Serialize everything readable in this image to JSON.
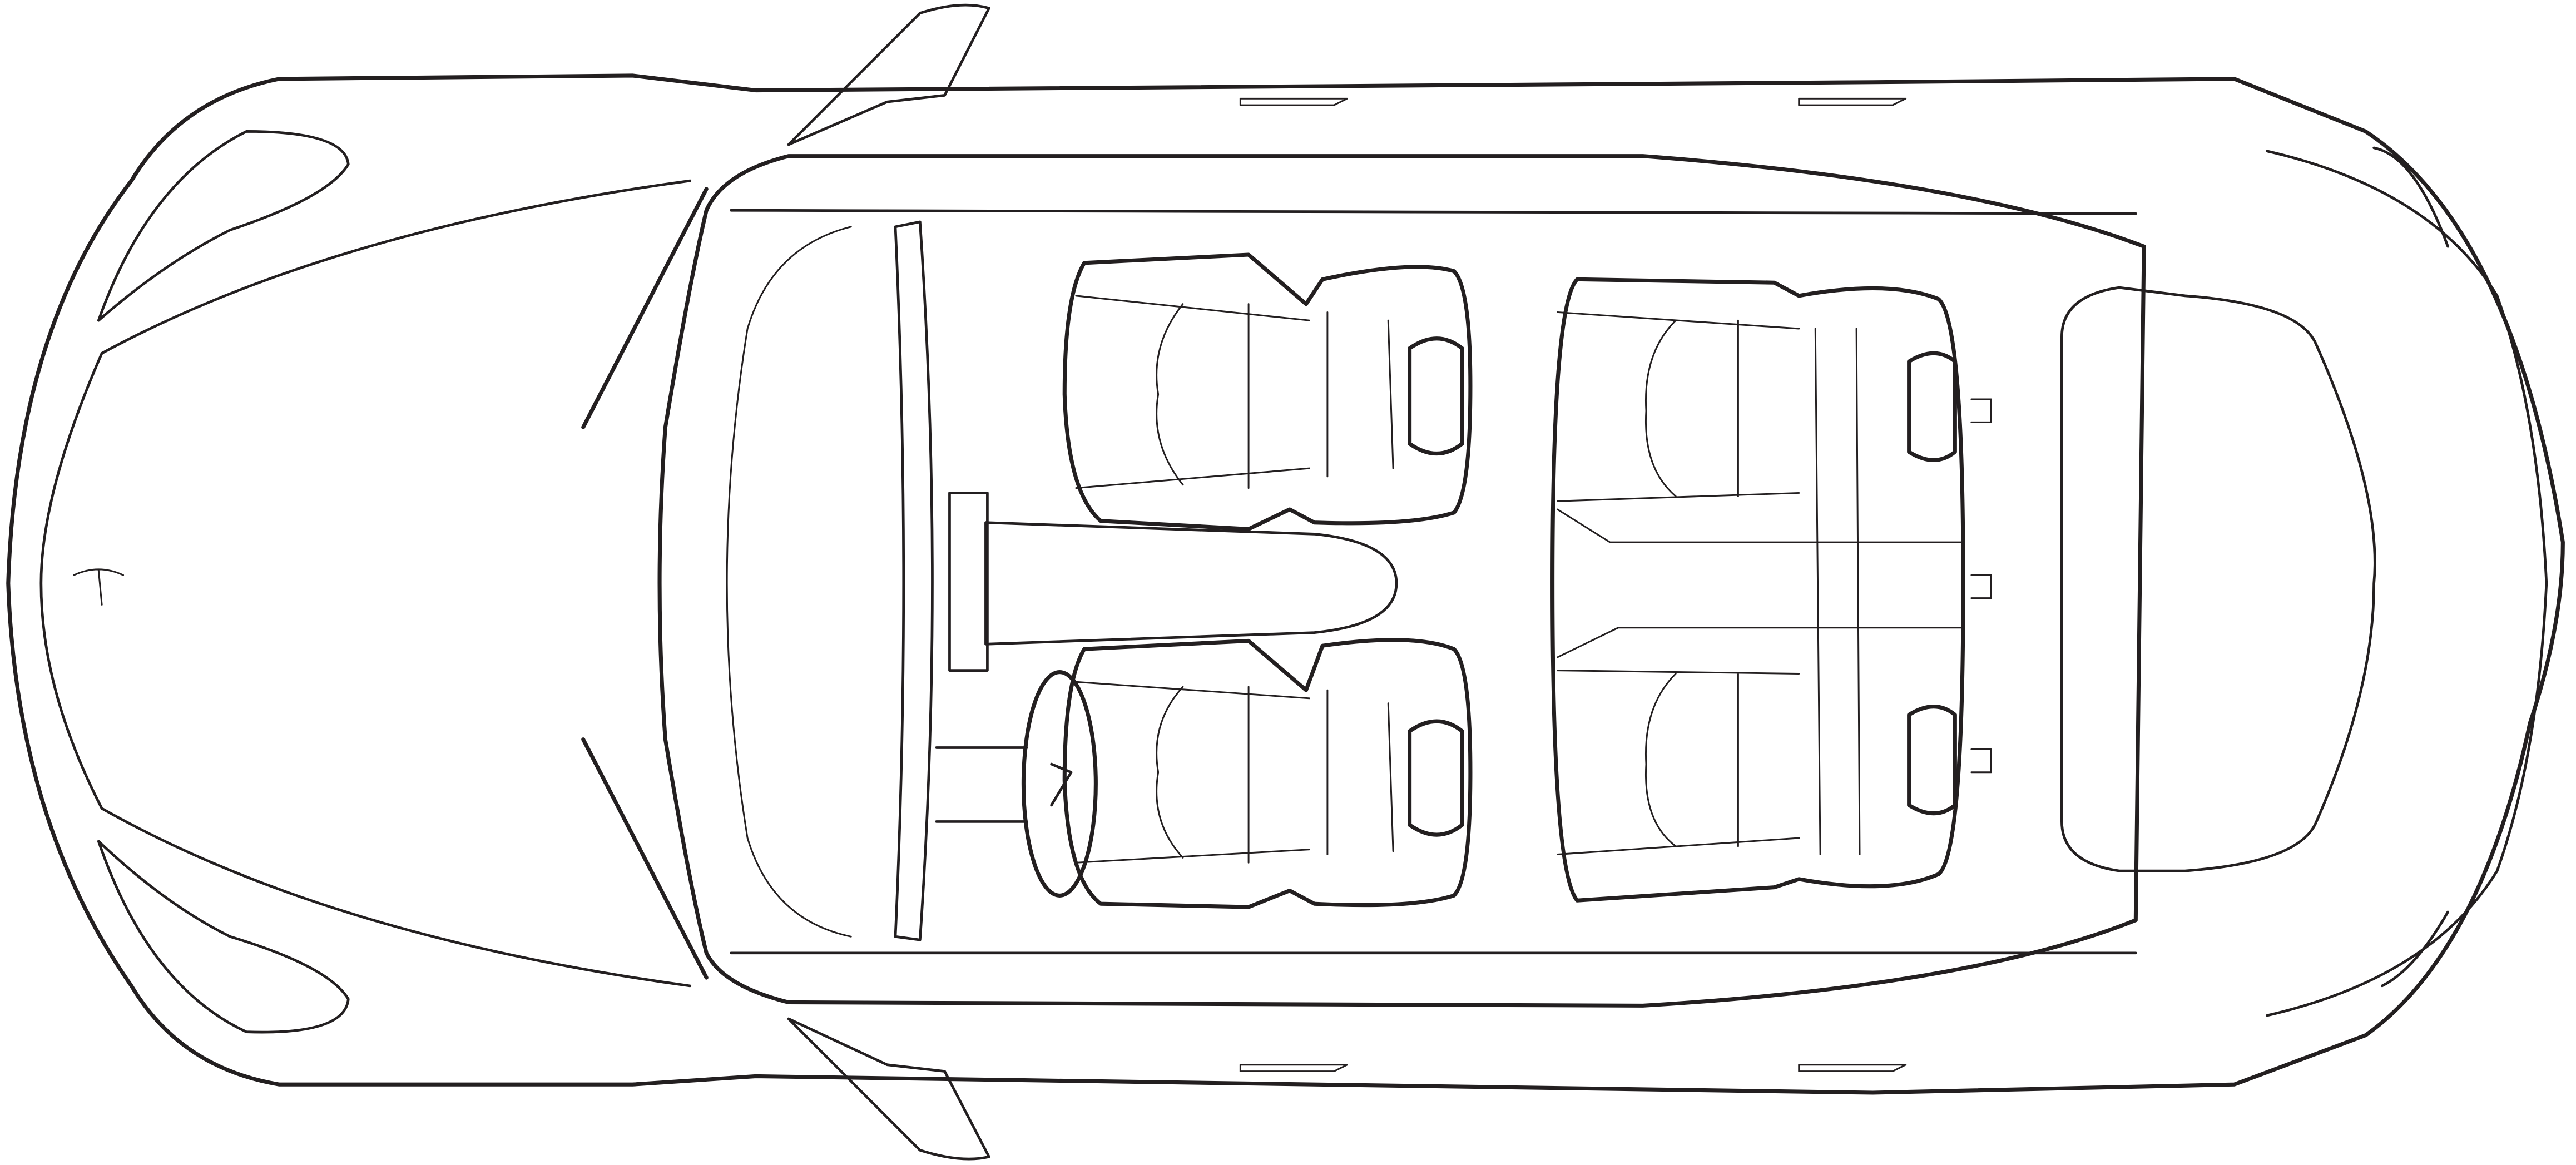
{
  "colors": {
    "outline": "#231f20",
    "occupied_seat": "#ff9595",
    "empty_seat": "#ffffff",
    "background": "#ffffff"
  },
  "seats": [
    {
      "id": "front-left",
      "occupied": true
    },
    {
      "id": "front-right-driver",
      "occupied": false
    },
    {
      "id": "rear-left",
      "occupied": true
    },
    {
      "id": "rear-center",
      "occupied": true
    },
    {
      "id": "rear-right",
      "occupied": true
    }
  ],
  "icons": {
    "logo": "tesla-t-logo",
    "steering": "steering-wheel-icon"
  }
}
